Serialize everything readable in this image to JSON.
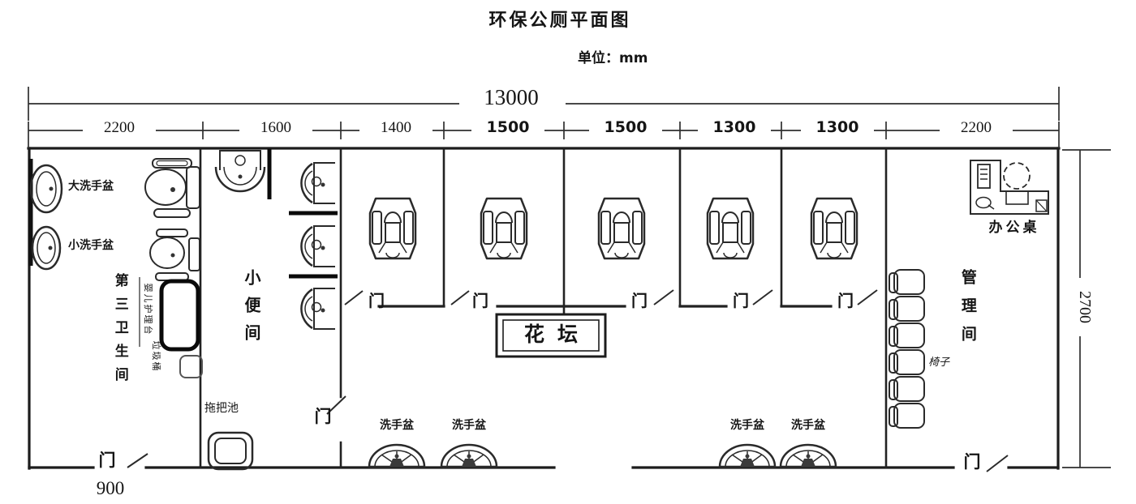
{
  "title": "环保公厕平面图",
  "unit_label": "单位：mm",
  "dimensions": {
    "total": "13000",
    "segments": [
      "2200",
      "1600",
      "1400",
      "1500",
      "1500",
      "1300",
      "1300",
      "2200"
    ],
    "depth": "2700",
    "entrance_width": "900"
  },
  "rooms": {
    "third_restroom": "第三卫生间",
    "urinal_room": "小便间",
    "management_room": "管理间"
  },
  "fixtures": {
    "large_washbasin": "大洗手盆",
    "small_washbasin": "小洗手盆",
    "baby_care_table": "婴儿护理台",
    "trash_bin": "垃圾桶",
    "mop_pool": "拖把池",
    "flower_bed": "花坛",
    "washbasin": "洗手盆",
    "office_desk": "办公桌",
    "chair": "椅子"
  },
  "door_label": "门"
}
